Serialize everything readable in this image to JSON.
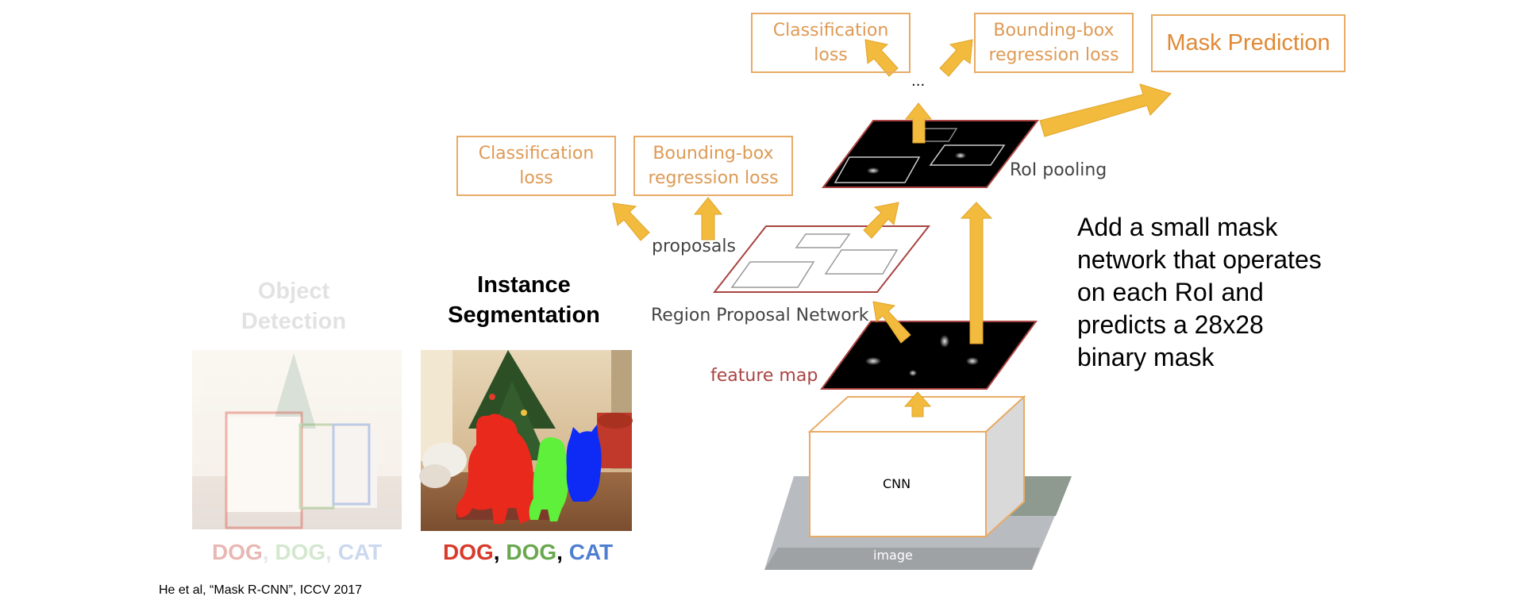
{
  "citation": "He et al, “Mask R-CNN”, ICCV 2017",
  "left_panel": {
    "title_line1": "Object",
    "title_line2": "Detection",
    "labels": [
      {
        "text": "DOG",
        "color": "#e8b8b4"
      },
      {
        "sep": ", "
      },
      {
        "text": "DOG",
        "color": "#d3e8cf"
      },
      {
        "sep": ", "
      },
      {
        "text": "CAT",
        "color": "#cbd8ee"
      }
    ]
  },
  "center_panel": {
    "title_line1": "Instance",
    "title_line2": "Segmentation",
    "labels": [
      {
        "text": "DOG",
        "color": "#d93a2b"
      },
      {
        "sep": ", "
      },
      {
        "text": "DOG",
        "color": "#6aa84f"
      },
      {
        "sep": ", "
      },
      {
        "text": "CAT",
        "color": "#4f7fd1"
      }
    ]
  },
  "pipeline": {
    "cnn": "CNN",
    "image": "image",
    "feature_map": "feature map",
    "rpn": "Region Proposal Network",
    "proposals": "proposals",
    "roi_pooling": "RoI pooling",
    "ellipsis": "...",
    "rpn_cls_loss": [
      "Classification",
      "loss"
    ],
    "rpn_bbox_loss": [
      "Bounding-box",
      "regression loss"
    ],
    "head_cls_loss": [
      "Classification",
      "loss"
    ],
    "head_bbox_loss": [
      "Bounding-box",
      "regression loss"
    ],
    "mask_prediction": "Mask Prediction"
  },
  "description": [
    "Add a small mask",
    "network that operates",
    "on each RoI and",
    "predicts a 28x28",
    "binary mask"
  ],
  "colors": {
    "arrow": "#f2bb3d",
    "loss_border": "#e8ab66",
    "loss_text": "#de9a55",
    "feature_border": "#a94442"
  }
}
